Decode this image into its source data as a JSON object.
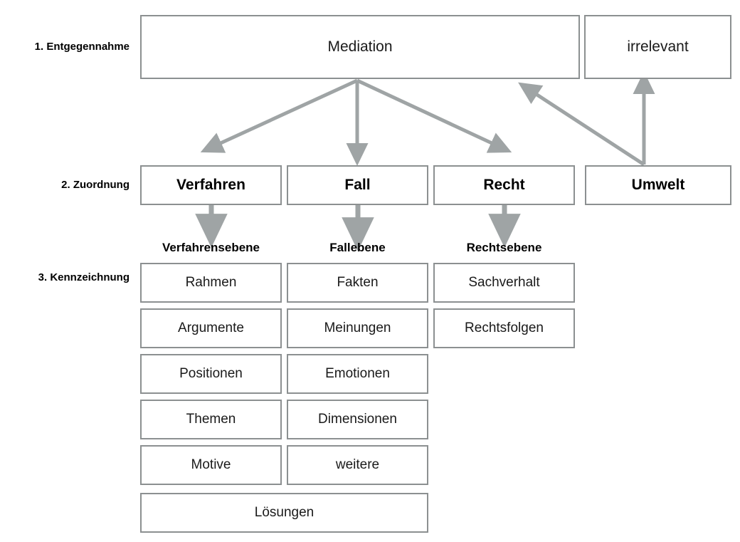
{
  "diagram": {
    "title": "Mediation Zuordnungsschema",
    "accent_color": "#9fa4a5",
    "border_color": "#8c9091",
    "text_color": "#1a1a1a",
    "background": "#ffffff"
  },
  "row_labels": [
    {
      "id": "row-1",
      "text": "1. Entgegennahme"
    },
    {
      "id": "row-2",
      "text": "2. Zuordnung"
    },
    {
      "id": "row-3",
      "text": "3. Kennzeichnung"
    }
  ],
  "level1": {
    "boxes": [
      {
        "id": "mediation",
        "label": "Mediation"
      },
      {
        "id": "irrelevant",
        "label": "irrelevant"
      }
    ]
  },
  "level2": {
    "boxes": [
      {
        "id": "verfahren",
        "label": "Verfahren"
      },
      {
        "id": "fall",
        "label": "Fall"
      },
      {
        "id": "recht",
        "label": "Recht"
      },
      {
        "id": "umwelt",
        "label": "Umwelt"
      }
    ]
  },
  "column_headers": [
    {
      "id": "verfahrensebene",
      "label": "Verfahrensebene"
    },
    {
      "id": "fallebene",
      "label": "Fallebene"
    },
    {
      "id": "rechtsebene",
      "label": "Rechtsebene"
    }
  ],
  "level3": {
    "column_verfahren": [
      {
        "label": "Rahmen"
      },
      {
        "label": "Argumente"
      },
      {
        "label": "Positionen"
      },
      {
        "label": "Themen"
      },
      {
        "label": "Motive"
      }
    ],
    "column_fall": [
      {
        "label": "Fakten"
      },
      {
        "label": "Meinungen"
      },
      {
        "label": "Emotionen"
      },
      {
        "label": "Dimensionen"
      },
      {
        "label": "weitere"
      }
    ],
    "column_recht": [
      {
        "label": "Sachverhalt"
      },
      {
        "label": "Rechtsfolgen"
      }
    ],
    "spanning": [
      {
        "label": "Lösungen"
      }
    ]
  },
  "connections": [
    {
      "id": "mediation-to-verfahren",
      "from": "Mediation",
      "to": "Verfahren"
    },
    {
      "id": "mediation-to-fall",
      "from": "Mediation",
      "to": "Fall"
    },
    {
      "id": "mediation-to-recht",
      "from": "Mediation",
      "to": "Recht"
    },
    {
      "id": "umwelt-to-mediation",
      "from": "Umwelt",
      "to": "Mediation"
    },
    {
      "id": "umwelt-to-irrelevant",
      "from": "Umwelt",
      "to": "irrelevant"
    },
    {
      "id": "verfahren-to-verfahrensebene",
      "from": "Verfahren",
      "to": "Verfahrensebene"
    },
    {
      "id": "fall-to-fallebene",
      "from": "Fall",
      "to": "Fallebene"
    },
    {
      "id": "recht-to-rechtsebene",
      "from": "Recht",
      "to": "Rechtsebene"
    }
  ]
}
